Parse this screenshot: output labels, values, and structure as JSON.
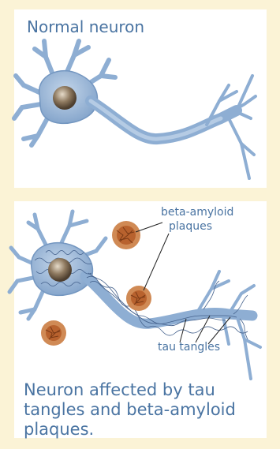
{
  "panels": {
    "top": {
      "title": "Normal neuron"
    },
    "bottom": {
      "title_line1": "Neuron affected by tau",
      "title_line2": "tangles and beta-amyloid",
      "title_line3": "plaques."
    }
  },
  "labels": {
    "beta_line1": "beta-amyloid",
    "beta_line2": "plaques",
    "tau": "tau tangles"
  },
  "colors": {
    "background": "#fbf3d6",
    "panel": "#ffffff",
    "text": "#4a74a2",
    "neuron": "#9db8d8",
    "neuron_outline": "#6f93bf",
    "plaque": "#c9733d"
  }
}
